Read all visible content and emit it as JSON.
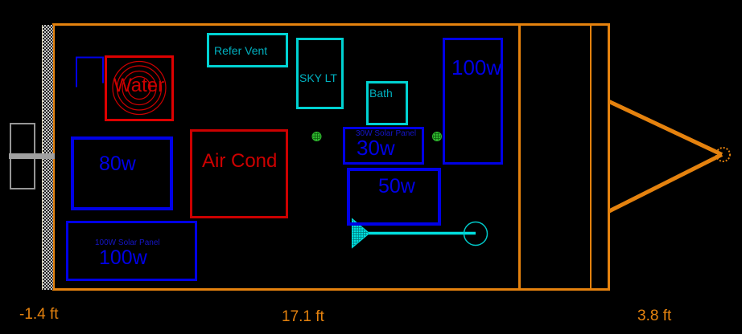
{
  "canvas": {
    "background": "#000000"
  },
  "colors": {
    "trailer_outline_orange": "#e5820e",
    "solar_panel_blue": "#0000e6",
    "equipment_red": "#cc0000",
    "vent_cyan": "#00d2d2",
    "marker_green": "#2fb52f",
    "bumper_gray": "#9a9a9a"
  },
  "labels": {
    "water": "Water",
    "refer_vent": "Refer Vent",
    "sky_light": "SKY LT",
    "bath": "Bath",
    "air_cond": "Air Cond",
    "panel_80w": "80w",
    "panel_100w_rear_title": "100W Solar Panel",
    "panel_100w_rear_value": "100w",
    "panel_30w_title": "30W Solar Panel",
    "panel_30w_value": "30w",
    "panel_50w": "50w",
    "panel_100w_front": "100w"
  },
  "dimensions": {
    "rear_overhang": "-1.4 ft",
    "body_length": "17.1 ft",
    "tongue_length": "3.8 ft"
  }
}
